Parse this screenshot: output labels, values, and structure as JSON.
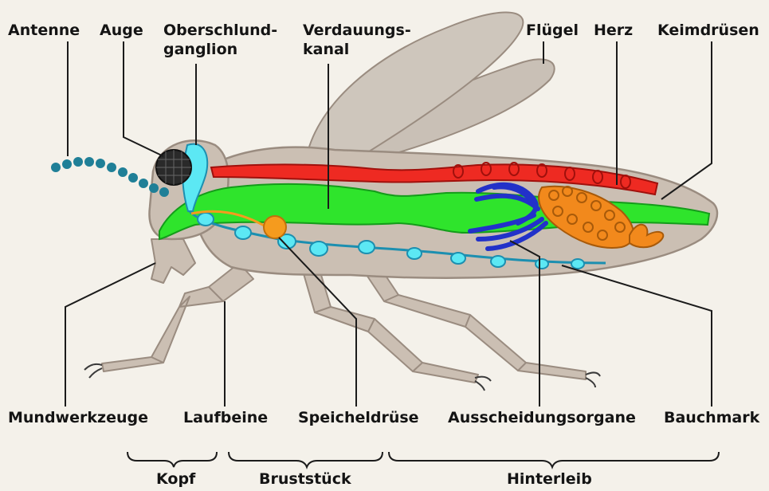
{
  "colors": {
    "background": "#f4f1ea",
    "body": "#cbbfb3",
    "body_outline": "#9a8c80",
    "eye": "#2a2a2a",
    "antenna": "#1f7f97",
    "heart": "#ee2a22",
    "gut": "#2fe42c",
    "nerve": "#5ce8f4",
    "saliva_gland": "#f59b1e",
    "excretory": "#2231c9",
    "gonads": "#f2891c",
    "wing": "#c9c0b6",
    "line": "#1b1b1b"
  },
  "labels": {
    "antenne": "Antenne",
    "auge": "Auge",
    "oberschlund": "Oberschlund-\nganglion",
    "verdauung": "Verdauungs-\nkanal",
    "fluegel": "Flügel",
    "herz": "Herz",
    "keimdruesen": "Keimdrüsen",
    "mundwerkzeuge": "Mundwerkzeuge",
    "laufbeine": "Laufbeine",
    "speicheldruese": "Speicheldrüse",
    "ausscheidung": "Ausscheidungsorgane",
    "bauchmark": "Bauchmark"
  },
  "regions": {
    "kopf": "Kopf",
    "bruststueck": "Bruststück",
    "hinterleib": "Hinterleib"
  }
}
